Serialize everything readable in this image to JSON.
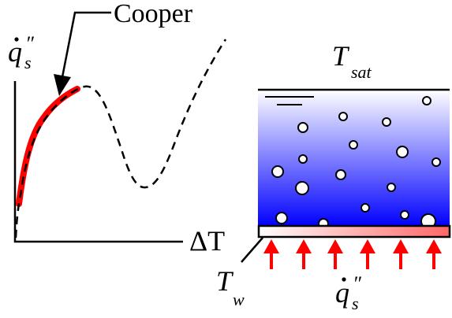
{
  "plot": {
    "y_label": {
      "symbol": "q",
      "subscript": "s",
      "mark": "″"
    },
    "x_label": "ΔT",
    "callout": "Cooper",
    "curve_color": "#000000",
    "highlight_color": "#ff0000"
  },
  "schematic": {
    "top_label": {
      "symbol": "T",
      "subscript": "sat"
    },
    "wall_label": {
      "symbol": "T",
      "subscript": "w"
    },
    "heat_flux_label": {
      "symbol": "q",
      "subscript": "s",
      "mark": "″"
    },
    "arrow_count": 6,
    "liquid_gradient": [
      "#ffffff",
      "#0000ff"
    ],
    "heater_gradient": [
      "#ffffff",
      "#ff6666"
    ],
    "arrow_color": "#ff0000"
  }
}
